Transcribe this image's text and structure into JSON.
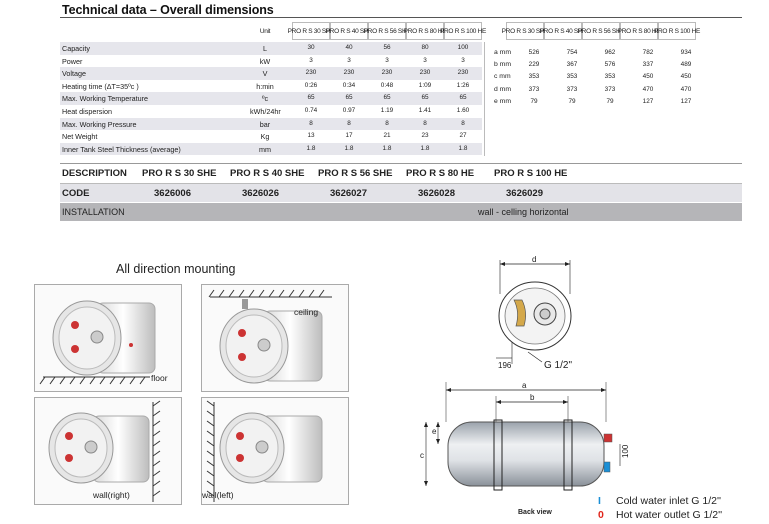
{
  "title": "Technical data – Overall dimensions",
  "spec_table": {
    "unit_header": "Unit",
    "models": [
      "PRO R S 30 SHE",
      "PRO R S 40 SHE",
      "PRO R S 56 SHE",
      "PRO R S 80 HE",
      "PRO R S 100 HE"
    ],
    "rows": [
      {
        "label": "Capacity",
        "unit": "L",
        "values": [
          "30",
          "40",
          "56",
          "80",
          "100"
        ]
      },
      {
        "label": "Power",
        "unit": "kW",
        "values": [
          "3",
          "3",
          "3",
          "3",
          "3"
        ]
      },
      {
        "label": "Voltage",
        "unit": "V",
        "values": [
          "230",
          "230",
          "230",
          "230",
          "230"
        ]
      },
      {
        "label": "Heating time (ΔT=35ºc )",
        "unit": "h:min",
        "values": [
          "0:26",
          "0:34",
          "0:48",
          "1:09",
          "1:26"
        ]
      },
      {
        "label": "Max. Working Temperature",
        "unit": "ºc",
        "values": [
          "65",
          "65",
          "65",
          "65",
          "65"
        ]
      },
      {
        "label": "Heat dispersion",
        "unit": "kWh/24hr",
        "values": [
          "0.74",
          "0.97",
          "1.19",
          "1.41",
          "1.60"
        ]
      },
      {
        "label": "Max. Working Pressure",
        "unit": "bar",
        "values": [
          "8",
          "8",
          "8",
          "8",
          "8"
        ]
      },
      {
        "label": "Net Weight",
        "unit": "Kg",
        "values": [
          "13",
          "17",
          "21",
          "23",
          "27"
        ]
      },
      {
        "label": "Inner Tank Steel Thickness (average)",
        "unit": "mm",
        "values": [
          "1.8",
          "1.8",
          "1.8",
          "1.8",
          "1.8"
        ]
      }
    ]
  },
  "dimension_table": {
    "models": [
      "PRO R S 30 SHE",
      "PRO R S 40 SHE",
      "PRO R S 56 SHE",
      "PRO R S 80 HE",
      "PRO R S 100 HE"
    ],
    "rows": [
      {
        "label": "a mm",
        "values": [
          "526",
          "754",
          "962",
          "782",
          "934"
        ]
      },
      {
        "label": "b mm",
        "values": [
          "229",
          "367",
          "576",
          "337",
          "489"
        ]
      },
      {
        "label": "c mm",
        "values": [
          "353",
          "353",
          "353",
          "450",
          "450"
        ]
      },
      {
        "label": "d mm",
        "values": [
          "373",
          "373",
          "373",
          "470",
          "470"
        ]
      },
      {
        "label": "e mm",
        "values": [
          "79",
          "79",
          "79",
          "127",
          "127"
        ]
      }
    ]
  },
  "description_row": {
    "label": "DESCRIPTION",
    "values": [
      "PRO R S 30 SHE",
      "PRO R S 40 SHE",
      "PRO R S 56 SHE",
      "PRO R S 80 HE",
      "PRO R S 100 HE"
    ]
  },
  "code_row": {
    "label": "CODE",
    "values": [
      "3626006",
      "3626026",
      "3626027",
      "3626028",
      "3626029"
    ]
  },
  "installation_row": {
    "label": "INSTALLATION",
    "value": "wall - celling horizontal"
  },
  "mounting": {
    "title": "All direction mounting",
    "labels": {
      "floor": "floor",
      "ceiling": "ceiling",
      "wall_right": "wall(right)",
      "wall_left": "wall(left)"
    }
  },
  "drawing": {
    "dim_d": "d",
    "dim_196": "196",
    "thread": "G 1/2\"",
    "dim_a": "a",
    "dim_b": "b",
    "dim_c": "c",
    "dim_e": "e",
    "dim_100": "100",
    "back_view": "Back view"
  },
  "legend": {
    "cold_symbol": "I",
    "cold_text": "Cold water inlet G 1/2''",
    "hot_symbol": "0",
    "hot_text": "Hot water outlet G 1/2''",
    "cold_color": "#1a8fd6",
    "hot_color": "#e0261c"
  }
}
